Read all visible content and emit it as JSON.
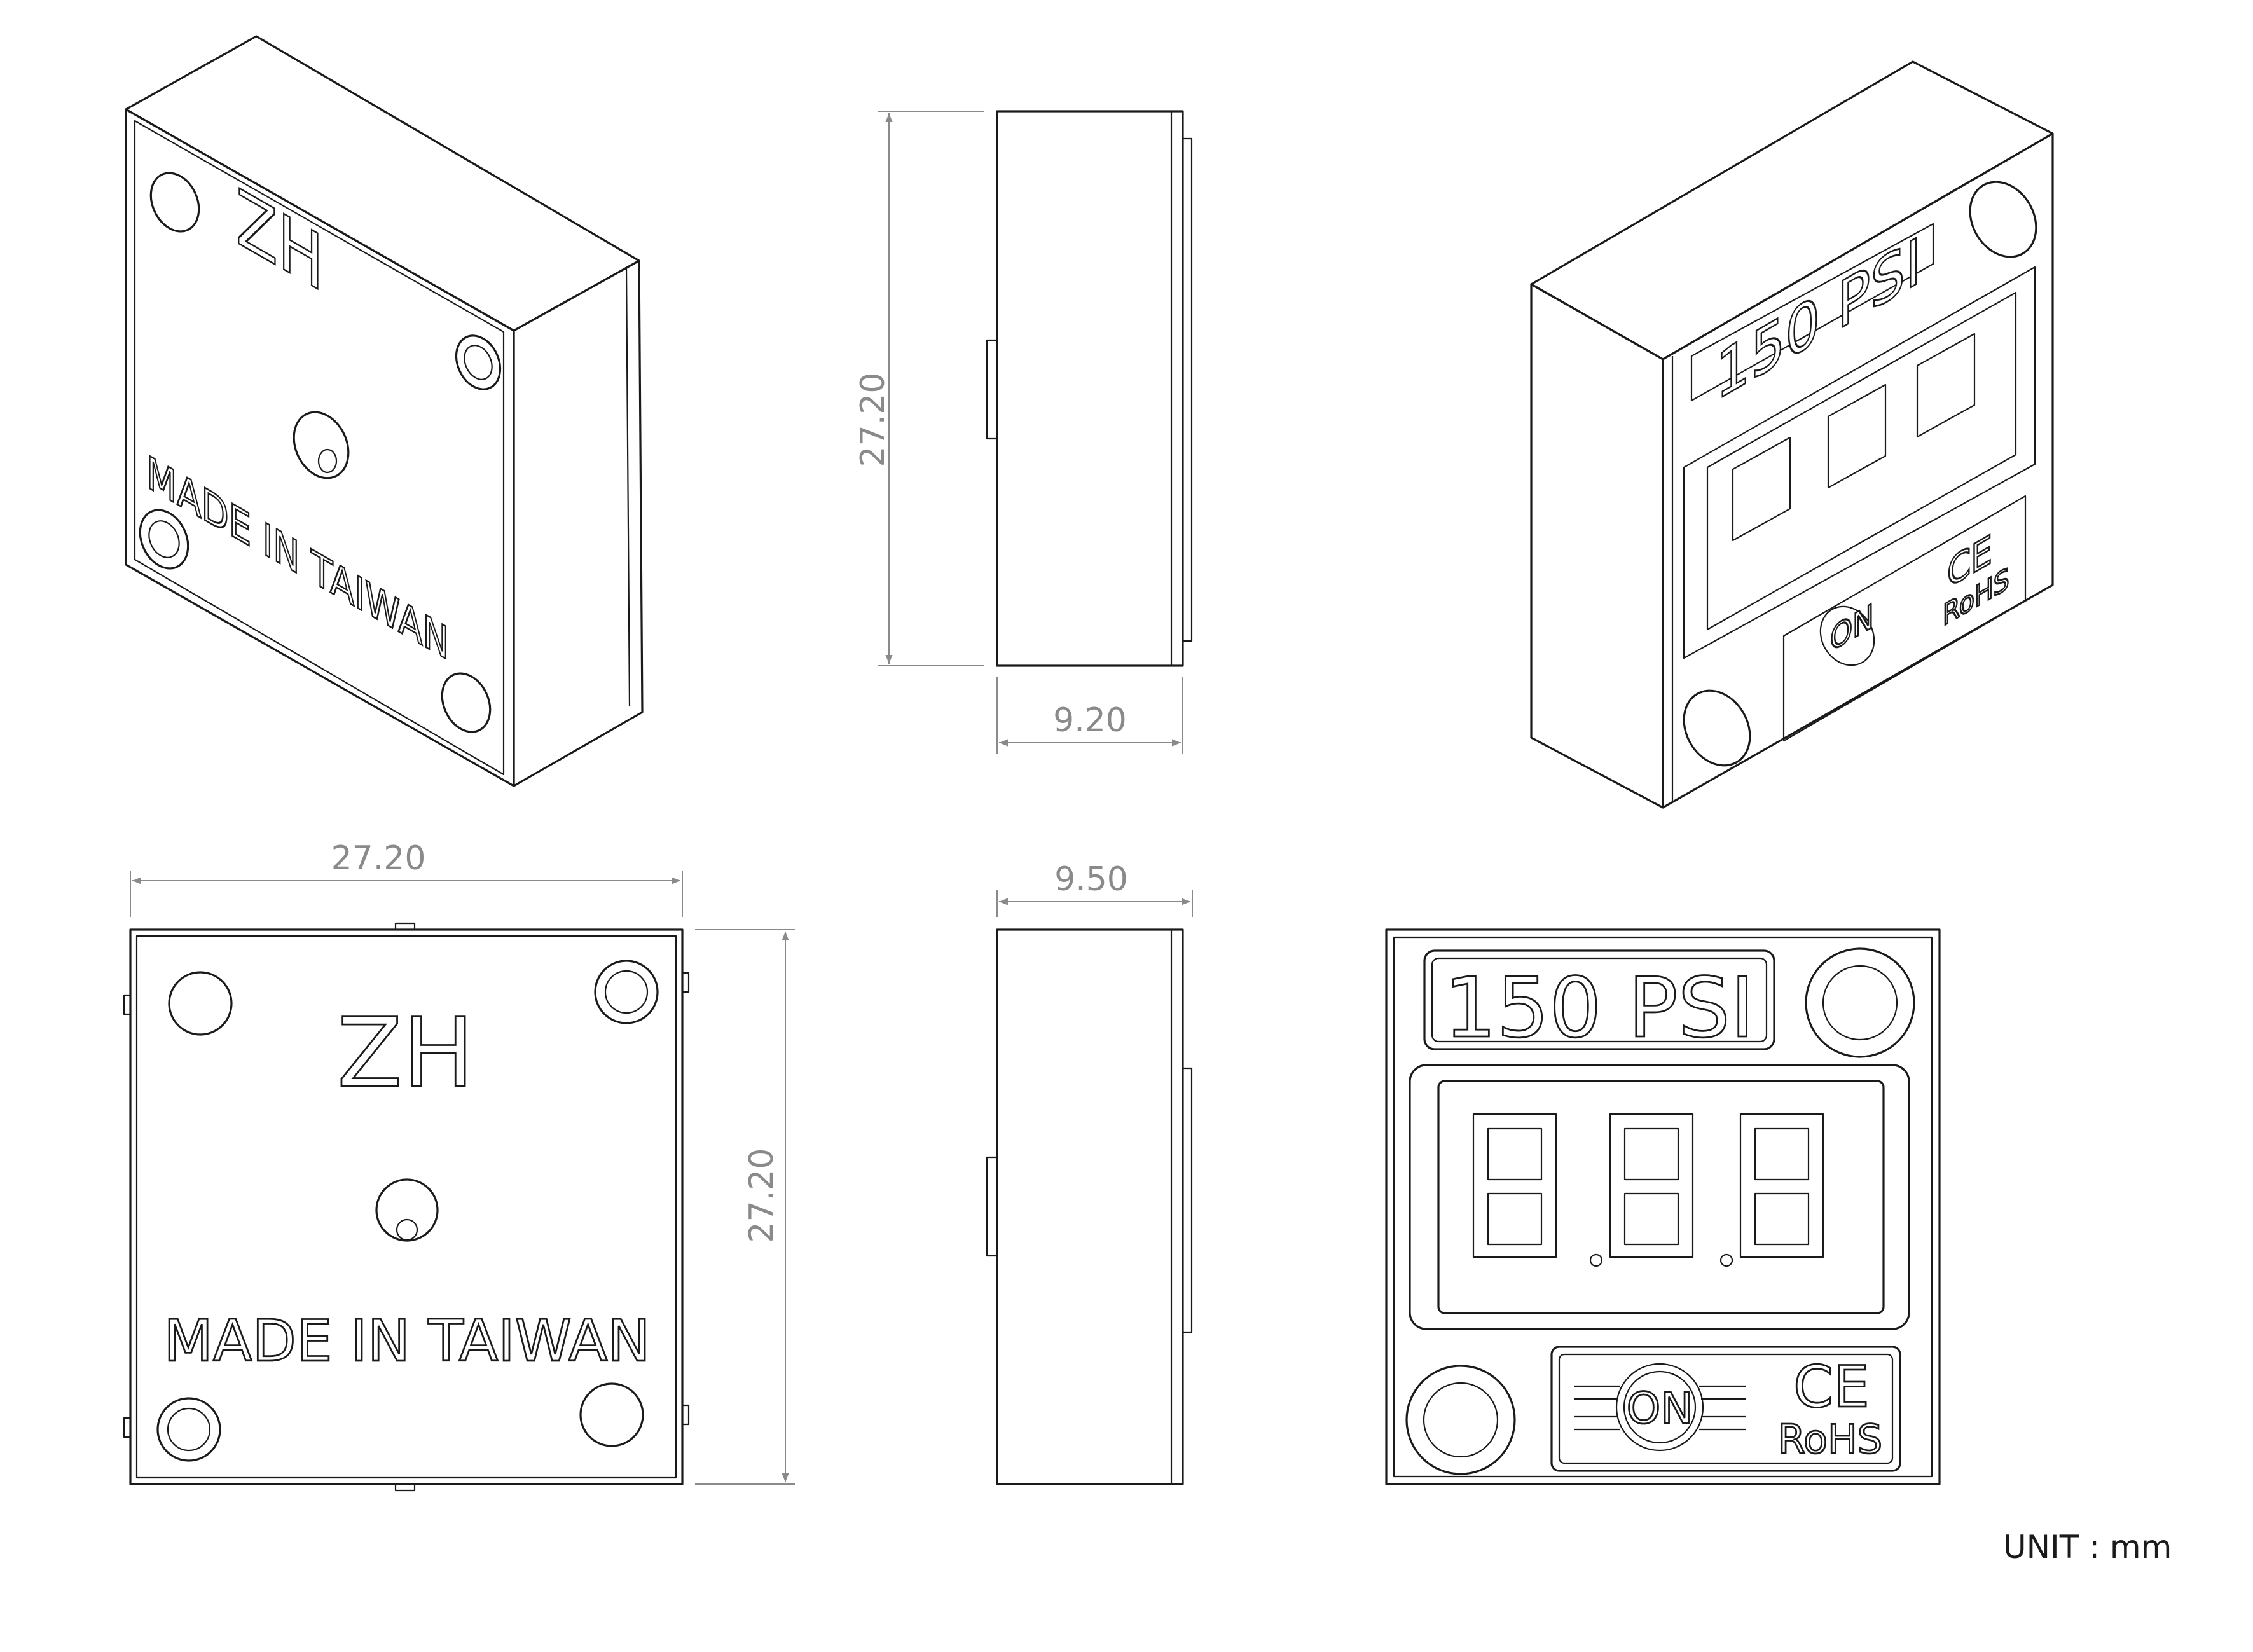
{
  "dimensions": {
    "front_height": "27.20",
    "side_depth_top": "9.20",
    "bottom_width": "27.20",
    "bottom_height": "27.20",
    "side_depth_bottom": "9.50"
  },
  "back_markings": {
    "brand": "ZH",
    "origin": "MADE IN TAIWAN"
  },
  "front_markings": {
    "rating": "150 PSI",
    "on_logo": "ON",
    "ce": "CE",
    "rohs": "RoHS"
  },
  "unit_label": "UNIT : mm"
}
